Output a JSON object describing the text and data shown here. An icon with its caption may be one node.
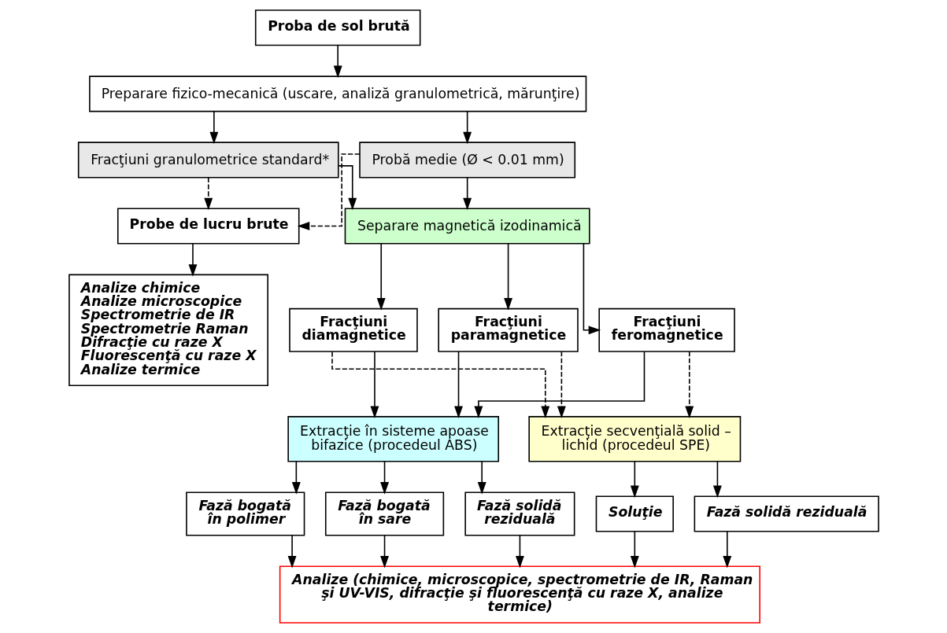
{
  "diagram": {
    "nodes": [
      {
        "text": [
          "Proba de sol brută"
        ]
      },
      {
        "text": [
          "Preparare fizico-mecanică (uscare, analiză granulometrică, mărunţire)"
        ]
      },
      {
        "text": [
          "Fracţiuni granulometrice standard*"
        ]
      },
      {
        "text": [
          "Probă medie (Ø < 0.01 mm)"
        ]
      },
      {
        "text": [
          "Probe de lucru brute"
        ]
      },
      {
        "text": [
          "Separare magnetică izodinamică"
        ]
      },
      {
        "text": [
          "Analize chimice",
          "Analize microscopice",
          "Spectrometrie de IR",
          "Spectrometrie Raman",
          "Difracţie cu raze X",
          "Fluorescenţă cu raze X",
          "Analize termice"
        ]
      },
      {
        "text": [
          "Fracţiuni diamagnetice"
        ]
      },
      {
        "text": [
          "Fracţiuni paramagnetice"
        ]
      },
      {
        "text": [
          "Fracţiuni feromagnetice"
        ]
      },
      {
        "text": [
          "Extracţie în sisteme apoase bifazice (procedeul ABS)"
        ]
      },
      {
        "text": [
          "Extracţie secvenţială solid – lichid (procedeul SPE)"
        ]
      },
      {
        "text": [
          "Fază bogată în polimer"
        ]
      },
      {
        "text": [
          "Fază bogată în sare"
        ]
      },
      {
        "text": [
          "Fază solidă reziduală"
        ]
      },
      {
        "text": [
          "Fază solidă reziduală"
        ]
      },
      {
        "text": [
          "Soluţie"
        ]
      },
      {
        "text": [
          "Analize (chimice, microscopice, spectrometrie de IR, Raman şi UV-VIS, difracţie şi fluorescenţă cu raze X, analize termice)"
        ]
      }
    ],
    "edges": [
      {
        "from": 0,
        "to": 1,
        "arrow": "to"
      },
      {
        "from": 1,
        "to": 2,
        "arrow": "to"
      },
      {
        "from": 1,
        "to": 3,
        "arrow": "to"
      },
      {
        "from": 2,
        "to": 4,
        "arrow": "to",
        "style": "dashed"
      },
      {
        "from": 3,
        "to": 4,
        "arrow": "to",
        "style": "dashed"
      },
      {
        "from": 2,
        "to": 5,
        "arrow": "to"
      },
      {
        "from": 3,
        "to": 5,
        "arrow": "to"
      },
      {
        "from": 4,
        "to": 6,
        "arrow": "to"
      },
      {
        "from": 5,
        "to": 7,
        "arrow": "to"
      },
      {
        "from": 5,
        "to": 8,
        "arrow": "to"
      },
      {
        "from": 5,
        "to": 9,
        "arrow": "to"
      },
      {
        "from": 7,
        "to": 10,
        "arrow": "to"
      },
      {
        "from": 8,
        "to": 10,
        "arrow": "to"
      },
      {
        "from": 9,
        "to": 10,
        "arrow": "to"
      },
      {
        "from": 7,
        "to": 11,
        "arrow": "to",
        "style": "dashed"
      },
      {
        "from": 8,
        "to": 11,
        "arrow": "to",
        "style": "dashed"
      },
      {
        "from": 9,
        "to": 11,
        "arrow": "to",
        "style": "dashed"
      },
      {
        "from": 10,
        "to": 12,
        "arrow": "to"
      },
      {
        "from": 10,
        "to": 13,
        "arrow": "to"
      },
      {
        "from": 10,
        "to": 14,
        "arrow": "to"
      },
      {
        "from": 11,
        "to": 15,
        "arrow": "to"
      },
      {
        "from": 11,
        "to": 16,
        "arrow": "to"
      },
      {
        "from": 12,
        "to": 17,
        "arrow": "to"
      },
      {
        "from": 13,
        "to": 17,
        "arrow": "to"
      },
      {
        "from": 14,
        "to": 17,
        "arrow": "to"
      },
      {
        "from": 15,
        "to": 17,
        "arrow": "to"
      },
      {
        "from": 16,
        "to": 17,
        "arrow": "to"
      }
    ]
  }
}
